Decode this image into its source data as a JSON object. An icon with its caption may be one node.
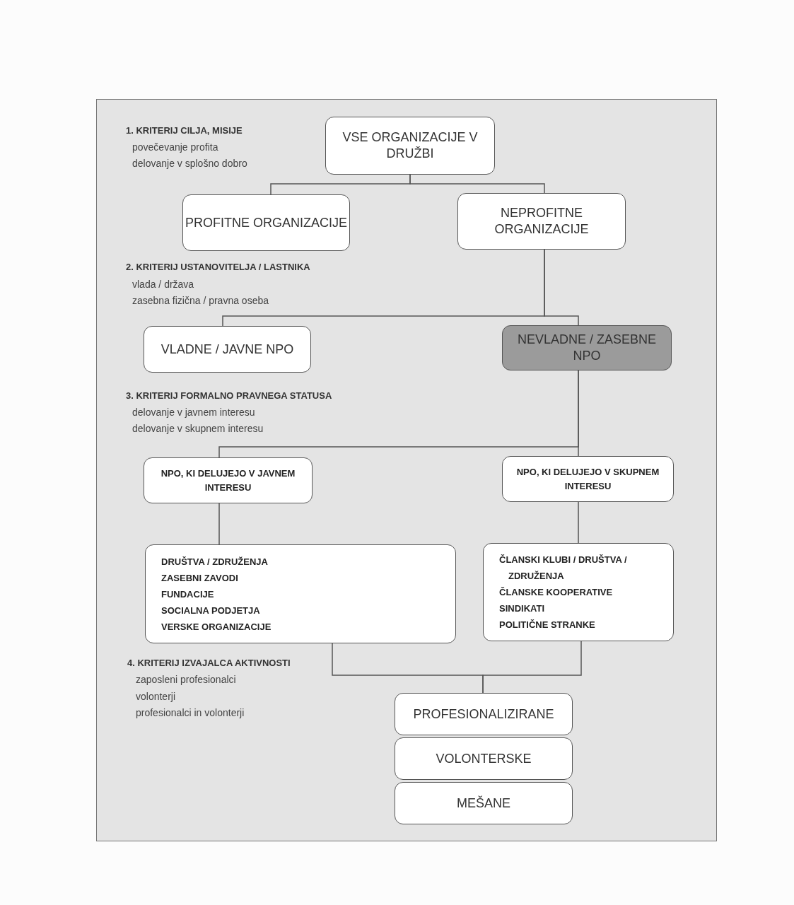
{
  "diagram": {
    "nodes": [
      {
        "text": [
          "VSE ORGANIZACIJE V DRUŽBI"
        ]
      },
      {
        "text": [
          "PROFITNE ORGANIZACIJE"
        ]
      },
      {
        "text": [
          "NEPROFITNE ORGANIZACIJE"
        ]
      },
      {
        "text": [
          "VLADNE / JAVNE NPO"
        ]
      },
      {
        "text": [
          "NEVLADNE / ZASEBNE NPO"
        ]
      },
      {
        "text": [
          "NPO, KI DELUJEJO V JAVNEM INTERESU"
        ]
      },
      {
        "text": [
          "NPO, KI DELUJEJO V SKUPNEM INTERESU"
        ]
      },
      {
        "text": [
          "DRUŠTVA / ZDRUŽENJA",
          "ZASEBNI ZAVODI",
          "FUNDACIJE",
          "SOCIALNA PODJETJA",
          "VERSKE ORGANIZACIJE"
        ]
      },
      {
        "text": [
          "ČLANSKI KLUBI / DRUŠTVA / ZDRUŽENJA",
          "ČLANSKE KOOPERATIVE",
          "SINDIKATI",
          "POLITIČNE STRANKE"
        ]
      },
      {
        "text": [
          "PROFESIONALIZIRANE"
        ]
      },
      {
        "text": [
          "VOLONTERSKE"
        ]
      },
      {
        "text": [
          "MEŠANE"
        ]
      }
    ],
    "edges": [
      {
        "from": 0,
        "to": 1,
        "arrow": "none"
      },
      {
        "from": 0,
        "to": 2,
        "arrow": "none"
      },
      {
        "from": 2,
        "to": 3,
        "arrow": "none"
      },
      {
        "from": 2,
        "to": 4,
        "arrow": "none"
      },
      {
        "from": 4,
        "to": 5,
        "arrow": "none"
      },
      {
        "from": 4,
        "to": 6,
        "arrow": "none"
      },
      {
        "from": 5,
        "to": 7,
        "arrow": "none"
      },
      {
        "from": 6,
        "to": 8,
        "arrow": "none"
      },
      {
        "from": 7,
        "to": 9,
        "arrow": "none"
      },
      {
        "from": 8,
        "to": 9,
        "arrow": "none"
      }
    ],
    "labels": [
      "1. KRITERIJ CILJA, MISIJE",
      "povečevanje profita",
      "delovanje v splošno dobro",
      "2. KRITERIJ USTANOVITELJA / LASTNIKA",
      "vlada / država",
      "zasebna fizična / pravna oseba",
      "3. KRITERIJ FORMALNO PRAVNEGA STATUSA",
      "delovanje v javnem interesu",
      "delovanje v skupnem interesu",
      "4. KRITERIJ IZVAJALCA AKTIVNOSTI",
      "zaposleni profesionalci",
      "volonterji",
      "profesionalci in volonterji"
    ]
  }
}
